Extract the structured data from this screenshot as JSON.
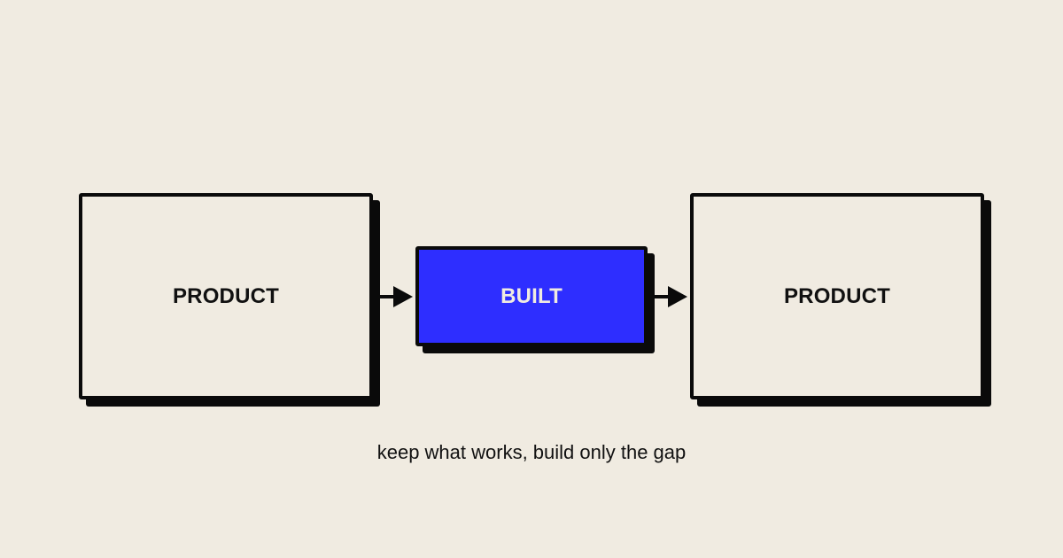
{
  "diagram": {
    "nodes": [
      {
        "id": "left",
        "label": "PRODUCT"
      },
      {
        "id": "middle",
        "label": "BUILT"
      },
      {
        "id": "right",
        "label": "PRODUCT"
      }
    ],
    "edges": [
      {
        "from": "left",
        "to": "middle"
      },
      {
        "from": "middle",
        "to": "right"
      }
    ],
    "caption": "keep what works, build only the gap"
  },
  "colors": {
    "background": "#F0EBE1",
    "ink": "#0A0A0A",
    "accent": "#2E2EFF",
    "accent_text": "#F0EBE1"
  }
}
